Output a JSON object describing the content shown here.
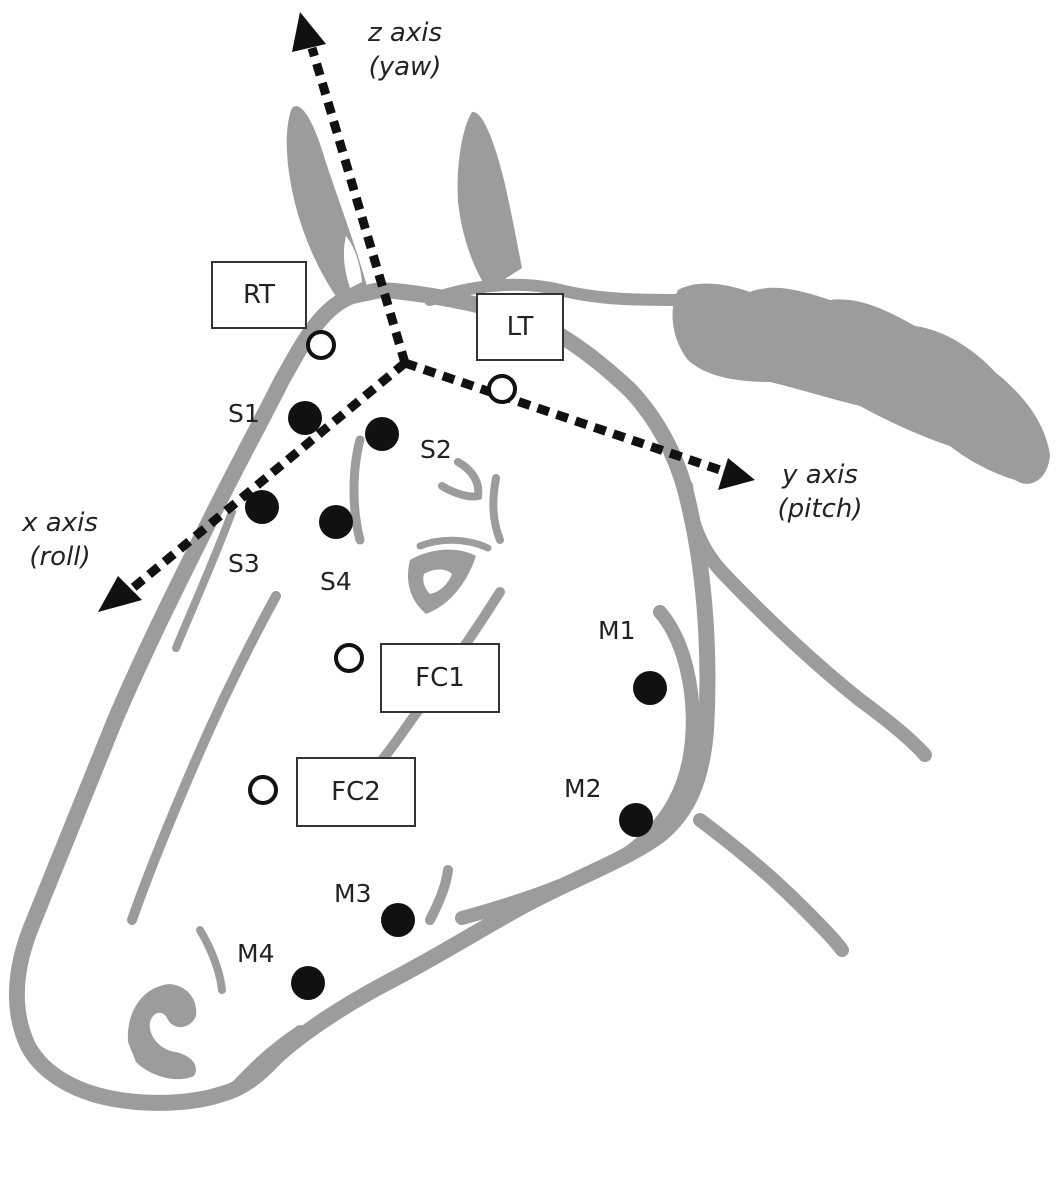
{
  "colors": {
    "head": "#9c9c9c",
    "fill": "#ffffff",
    "axis": "#111111",
    "marker": "#111111"
  },
  "axes": {
    "z": {
      "name": "z axis",
      "sub": "(yaw)"
    },
    "y": {
      "name": "y axis",
      "sub": "(pitch)"
    },
    "x": {
      "name": "x axis",
      "sub": "(roll)"
    }
  },
  "boxes": {
    "rt": "RT",
    "lt": "LT",
    "fc1": "FC1",
    "fc2": "FC2"
  },
  "points": {
    "s1": "S1",
    "s2": "S2",
    "s3": "S3",
    "s4": "S4",
    "m1": "M1",
    "m2": "M2",
    "m3": "M3",
    "m4": "M4"
  }
}
